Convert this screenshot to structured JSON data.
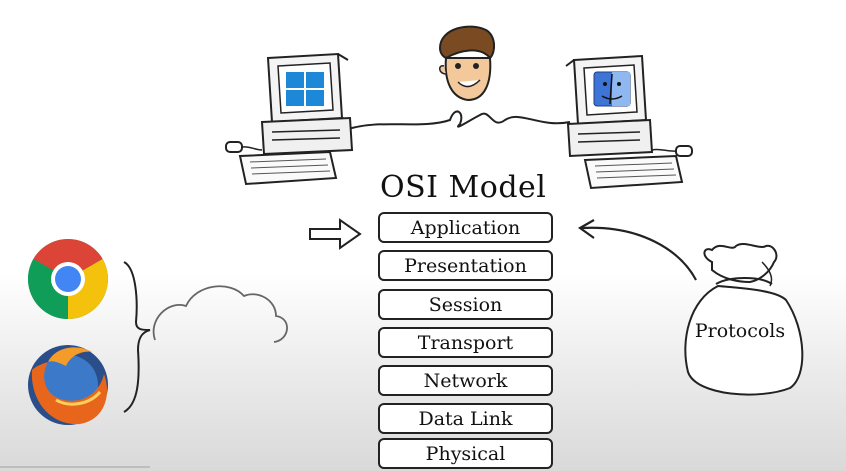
{
  "diagram": {
    "title": "OSI Model",
    "layers": [
      {
        "label": "Application"
      },
      {
        "label": "Presentation"
      },
      {
        "label": "Session"
      },
      {
        "label": "Transport"
      },
      {
        "label": "Network"
      },
      {
        "label": "Data Link"
      },
      {
        "label": "Physical"
      }
    ],
    "protocols_label": "Protocols"
  },
  "icons": {
    "left_computer": "windows-computer-icon",
    "right_computer": "mac-computer-icon",
    "person": "cartoon-man-icon",
    "browser_1": "chrome-icon",
    "browser_2": "firefox-icon",
    "cloud": "cloud-icon",
    "bag": "protocols-bag-icon"
  },
  "colors": {
    "windows_blue": "#1e88d8",
    "mac_blue": "#3d74d6",
    "chrome_red": "#db4437",
    "chrome_yellow": "#f4c20d",
    "chrome_green": "#0f9d58",
    "chrome_blue": "#4285f4",
    "firefox_orange": "#e8661c",
    "firefox_blue": "#2a4e8a"
  }
}
